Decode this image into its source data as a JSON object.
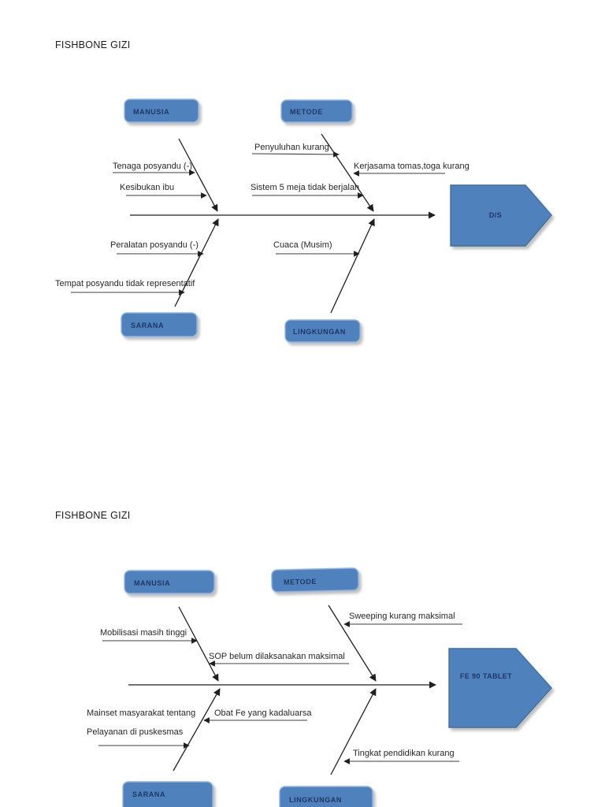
{
  "colors": {
    "box_fill": "#4f81bd",
    "box_stroke": "#8eb4e3",
    "box_text_color": "#1f3864",
    "arrow_shape_fill": "#4f81bd",
    "arrow_shape_stroke": "#41719c",
    "line_color": "#1f1f1f",
    "label_color": "#262626"
  },
  "diagram_top": {
    "title": "FISHBONE GIZI",
    "category_boxes": {
      "manusia": "MANUSIA",
      "metode": "METODE",
      "sarana": "SARANA",
      "lingkungan": "LINGKUNGAN"
    },
    "effect_label": "D/S",
    "causes": {
      "tenaga_posyandu": "Tenaga posyandu (-)",
      "kesibukan_ibu": "Kesibukan ibu",
      "penyuluhan_kurang": "Penyuluhan kurang",
      "kerjasama_tomas": "Kerjasama tomas,toga kurang",
      "sistem_5_meja": "Sistem 5 meja tidak berjalan",
      "peralatan_posyandu": "Peralatan posyandu (-)",
      "cuaca_musim": "Cuaca (Musim)",
      "tempat_posyandu": "Tempat posyandu tidak representatif"
    }
  },
  "diagram_bottom": {
    "title": "FISHBONE GIZI",
    "category_boxes": {
      "manusia": "MANUSIA",
      "metode": "METODE",
      "sarana": "SARANA",
      "lingkungan": "LINGKUNGAN"
    },
    "effect_label": "FE 90 TABLET",
    "causes": {
      "mobilisasi": "Mobilisasi masih tinggi",
      "sop_belum": "SOP belum dilaksanakan maksimal",
      "sweeping": "Sweeping kurang maksimal",
      "mainset_line1": "Mainset masyarakat tentang",
      "mainset_line2": "Pelayanan di puskesmas",
      "obat_fe": "Obat Fe yang kadaluarsa",
      "tingkat_pendidikan": "Tingkat pendidikan kurang"
    }
  }
}
